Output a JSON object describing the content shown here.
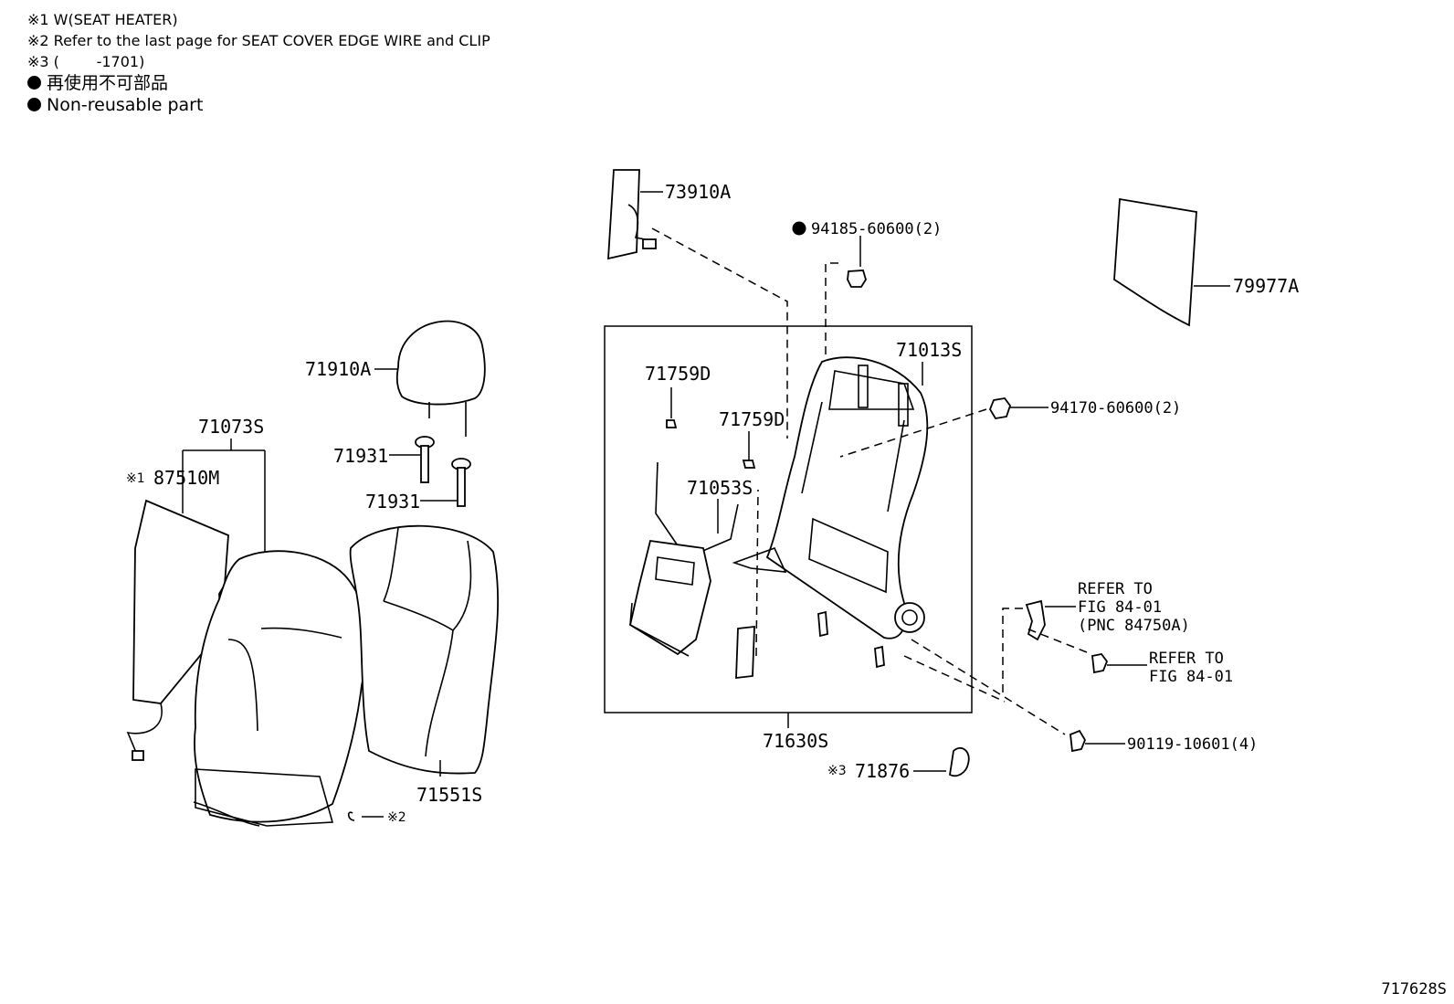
{
  "notes": {
    "note1": "※1 W(SEAT HEATER)",
    "note2": "※2 Refer to the last page for SEAT COVER EDGE WIRE and CLIP",
    "note3": "※3 (        -1701)",
    "legend_jp": "再使用不可部品",
    "legend_en": "Non-reusable part"
  },
  "parts": {
    "p73910A": "73910A",
    "p94185": "94185-60600(2)",
    "p79977A": "79977A",
    "p71910A": "71910A",
    "p71013S": "71013S",
    "p94170": "94170-60600(2)",
    "p71759D_a": "71759D",
    "p71759D_b": "71759D",
    "p71073S": "71073S",
    "p71931_a": "71931",
    "p71931_b": "71931",
    "p87510M": "87510M",
    "p71053S": "71053S",
    "p71630S": "71630S",
    "p71551S": "71551S",
    "p71876": "71876",
    "p90119": "90119-10601(4)"
  },
  "refs": {
    "ref1_line1": "REFER TO",
    "ref1_line2": "FIG 84-01",
    "ref1_line3": "(PNC 84750A)",
    "ref2_line1": "REFER TO",
    "ref2_line2": "FIG 84-01"
  },
  "marks": {
    "m1": "※1",
    "m2": "※2",
    "m3": "※3"
  },
  "figure_id": "717628S"
}
